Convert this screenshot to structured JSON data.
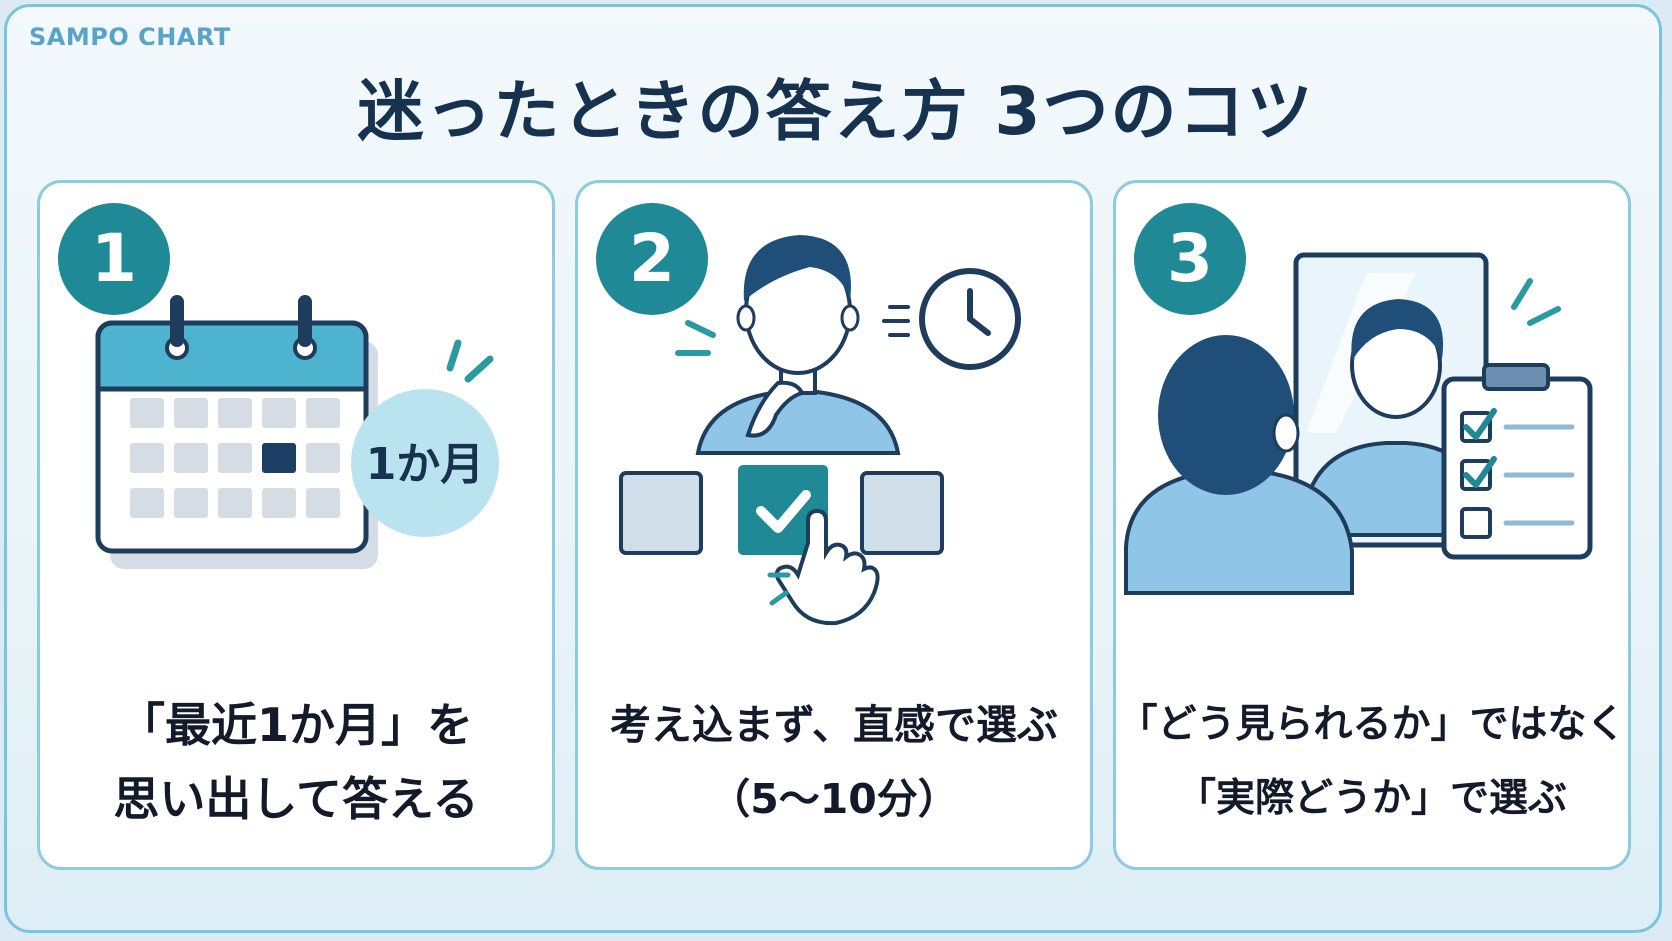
{
  "brand": "SAMPO CHART",
  "title": "迷ったときの答え方 3つのコツ",
  "colors": {
    "teal": "#1f8a95",
    "navy": "#17324f",
    "light_blue": "#8fc5e6",
    "border": "#8ccbe0"
  },
  "cards": [
    {
      "number": "1",
      "icon": "calendar-icon",
      "bubble_label": "1か月",
      "caption_line1": "「最近1か月」を",
      "caption_line2": "思い出して答える"
    },
    {
      "number": "2",
      "icon": "person-thinking-clock-icon",
      "caption_line1": "考え込まず、直感で選ぶ",
      "caption_line2": "（5〜10分）"
    },
    {
      "number": "3",
      "icon": "person-mirror-checklist-icon",
      "caption_line1": "「どう見られるか」ではなく",
      "caption_line2": "「実際どうか」で選ぶ"
    }
  ]
}
